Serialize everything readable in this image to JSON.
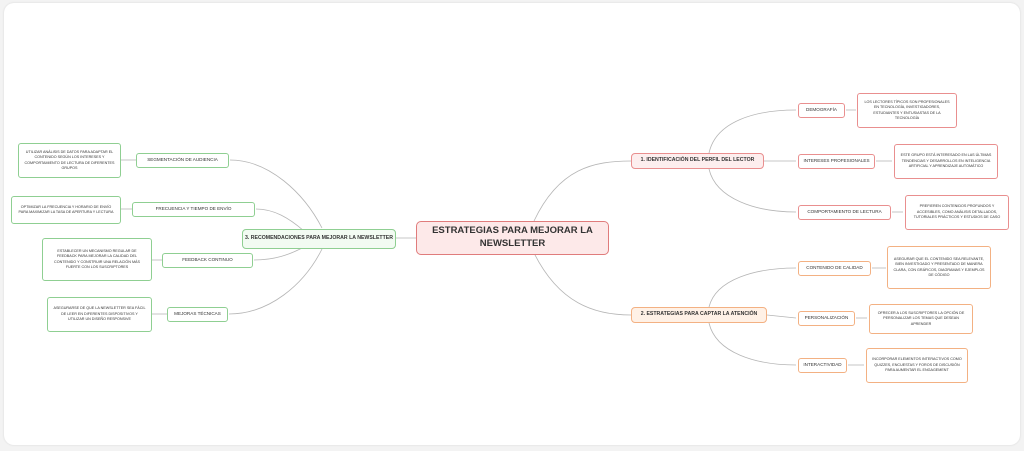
{
  "map": {
    "root": "ESTRATEGIAS PARA MEJORAR LA NEWSLETTER",
    "colors": {
      "root_border": "#e07c7c",
      "branch_1": "#e98f8f",
      "branch_2": "#f3b183",
      "branch_3": "#8fcf92",
      "connector": "#b5b5b5"
    },
    "branches": [
      {
        "label": "1. IDENTIFICACIÓN DEL PERFIL DEL LECTOR",
        "children": [
          {
            "label": "DEMOGRAFÍA",
            "detail": "LOS LECTORES TÍPICOS SON PROFESIONALES EN TECNOLOGÍA, INVESTIGADORES, ESTUDIANTES Y ENTUSIASTAS DE LA TECNOLOGÍA"
          },
          {
            "label": "INTERESES PROFESIONALES",
            "detail": "ESTE GRUPO ESTÁ INTERESADO EN LAS ÚLTIMAS TENDENCIAS Y DESARROLLOS EN INTELIGENCIA ARTIFICIAL Y APRENDIZAJE AUTOMÁTICO"
          },
          {
            "label": "COMPORTAMIENTO DE LECTURA",
            "detail": "PREFIEREN CONTENIDOS PROFUNDOS Y ACCESIBLES, COMO ANÁLISIS DETALLADOS, TUTORIALES PRÁCTICOS Y ESTUDIOS DE CASO"
          }
        ]
      },
      {
        "label": "2. ESTRATEGIAS PARA CAPTAR LA ATENCIÓN",
        "children": [
          {
            "label": "CONTENIDO DE CALIDAD",
            "detail": "ASEGURAR QUE EL CONTENIDO SEA RELEVANTE, BIEN INVESTIGADO Y PRESENTADO DE MANERA CLARA, CON GRÁFICOS, DIAGRAMAS Y EJEMPLOS DE CÓDIGO"
          },
          {
            "label": "PERSONALIZACIÓN",
            "detail": "OFRECER A LOS SUSCRIPTORES LA OPCIÓN DE PERSONALIZAR LOS TEMAS QUE DESEAN APRENDER"
          },
          {
            "label": "INTERACTIVIDAD",
            "detail": "INCORPORAR ELEMENTOS INTERACTIVOS COMO QUIZZES, ENCUESTAS Y FOROS DE DISCUSIÓN PARA AUMENTAR EL ENGAGEMENT"
          }
        ]
      },
      {
        "label": "3. RECOMENDACIONES PARA MEJORAR LA NEWSLETTER",
        "children": [
          {
            "label": "SEGMENTACIÓN DE AUDIENCIA",
            "detail": "UTILIZAR ANÁLISIS DE DATOS PARA ADAPTAR EL CONTENIDO SEGÚN LOS INTERESES Y COMPORTAMIENTO DE LECTURA DE DIFERENTES GRUPOS"
          },
          {
            "label": "FRECUENCIA Y TIEMPO DE ENVÍO",
            "detail": "OPTIMIZAR LA FRECUENCIA Y HORARIO DE ENVÍO PARA MAXIMIZAR LA TASA DE APERTURA Y LECTURA"
          },
          {
            "label": "FEEDBACK CONTINUO",
            "detail": "ESTABLECER UN MECANISMO REGULAR DE FEEDBACK PARA MEJORAR LA CALIDAD DEL CONTENIDO Y CONSTRUIR UNA RELACIÓN MÁS FUERTE CON LOS SUSCRIPTORES"
          },
          {
            "label": "MEJORAS TÉCNICAS",
            "detail": "ASEGURARSE DE QUE LA NEWSLETTER SEA FÁCIL DE LEER EN DIFERENTES DISPOSITIVOS Y UTILIZAR UN DISEÑO RESPONSIVE"
          }
        ]
      }
    ]
  }
}
